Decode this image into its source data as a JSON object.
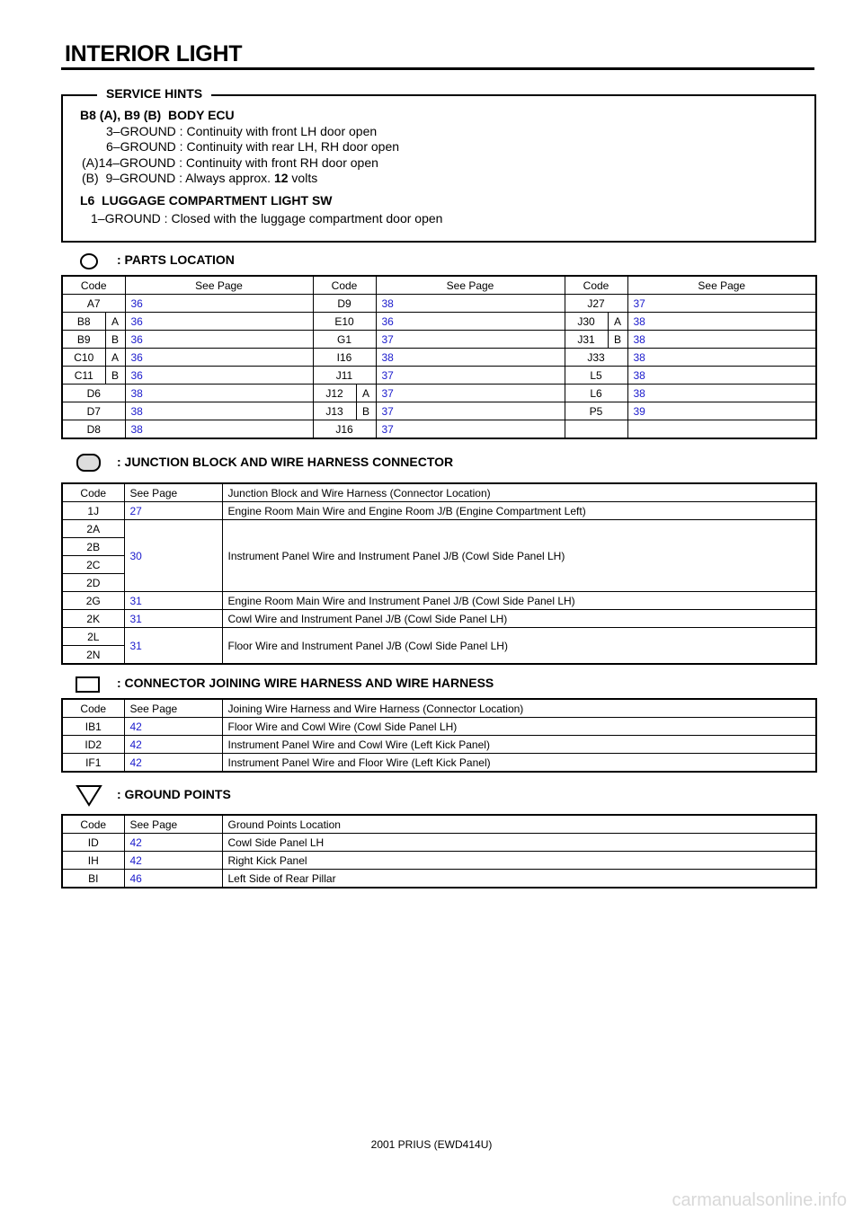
{
  "page": {
    "title": "INTERIOR LIGHT",
    "footer": "2001 PRIUS (EWD414U)",
    "watermark": "carmanualsonline.info"
  },
  "service_hints": {
    "label": "SERVICE HINTS",
    "lines": [
      {
        "bold": true,
        "text": "B8 (A), B9 (B)  BODY ECU"
      },
      {
        "bold": false,
        "text": "3–GROUND : Continuity with front LH door open"
      },
      {
        "bold": false,
        "text": "6–GROUND : Continuity with rear LH, RH door open"
      },
      {
        "bold": false,
        "text": "(A)14–GROUND : Continuity with front RH door open"
      },
      {
        "bold": false,
        "text": "(B)  9–GROUND : Always approx. ",
        "bold_part": "12",
        "suffix": " volts"
      },
      {
        "bold": true,
        "text": "L6  LUGGAGE COMPARTMENT LIGHT SW"
      },
      {
        "bold": false,
        "text": "1–GROUND : Closed with the luggage compartment door open"
      }
    ]
  },
  "parts_location": {
    "title": ": PARTS LOCATION",
    "icon": "circle-icon",
    "headers": [
      "Code",
      "See Page",
      "Code",
      "See Page",
      "Code",
      "See Page"
    ],
    "rows": [
      [
        [
          "A7",
          ""
        ],
        "36",
        [
          "D9",
          ""
        ],
        "38",
        [
          "J27",
          ""
        ],
        "37"
      ],
      [
        [
          "B8",
          "A"
        ],
        "36",
        [
          "E10",
          ""
        ],
        "36",
        [
          "J30",
          "A"
        ],
        "38"
      ],
      [
        [
          "B9",
          "B"
        ],
        "36",
        [
          "G1",
          ""
        ],
        "37",
        [
          "J31",
          "B"
        ],
        "38"
      ],
      [
        [
          "C10",
          "A"
        ],
        "36",
        [
          "I16",
          ""
        ],
        "38",
        [
          "J33",
          ""
        ],
        "38"
      ],
      [
        [
          "C11",
          "B"
        ],
        "36",
        [
          "J11",
          ""
        ],
        "37",
        [
          "L5",
          ""
        ],
        "38"
      ],
      [
        [
          "D6",
          ""
        ],
        "38",
        [
          "J12",
          "A"
        ],
        "37",
        [
          "L6",
          ""
        ],
        "38"
      ],
      [
        [
          "D7",
          ""
        ],
        "38",
        [
          "J13",
          "B"
        ],
        "37",
        [
          "P5",
          ""
        ],
        "39"
      ],
      [
        [
          "D8",
          ""
        ],
        "38",
        [
          "J16",
          ""
        ],
        "37",
        [
          "",
          ""
        ],
        ""
      ]
    ]
  },
  "junction_block": {
    "title": ": JUNCTION BLOCK AND WIRE HARNESS CONNECTOR",
    "icon": "rounded-rectangle-icon",
    "headers": [
      "Code",
      "See Page",
      "Junction Block and Wire Harness (Connector Location)"
    ],
    "rows": [
      {
        "codes": [
          "1J"
        ],
        "page": "27",
        "desc": "Engine Room Main Wire and Engine Room J/B (Engine Compartment Left)"
      },
      {
        "codes": [
          "2A",
          "2B",
          "2C",
          "2D"
        ],
        "page": "30",
        "desc": "Instrument Panel Wire and Instrument Panel J/B (Cowl Side Panel LH)"
      },
      {
        "codes": [
          "2G"
        ],
        "page": "31",
        "desc": "Engine Room Main Wire and Instrument Panel J/B (Cowl Side Panel LH)"
      },
      {
        "codes": [
          "2K"
        ],
        "page": "31",
        "desc": "Cowl Wire and Instrument Panel J/B (Cowl Side Panel LH)"
      },
      {
        "codes": [
          "2L",
          "2N"
        ],
        "page": "31",
        "desc": "Floor Wire and Instrument Panel J/B (Cowl Side Panel LH)"
      }
    ]
  },
  "connector_joining": {
    "title": ": CONNECTOR JOINING WIRE HARNESS AND WIRE HARNESS",
    "icon": "rectangle-icon",
    "headers": [
      "Code",
      "See Page",
      "Joining Wire Harness and Wire Harness (Connector Location)"
    ],
    "rows": [
      [
        "IB1",
        "42",
        "Floor Wire and Cowl Wire (Cowl Side Panel LH)"
      ],
      [
        "ID2",
        "42",
        "Instrument Panel Wire and Cowl Wire (Left Kick Panel)"
      ],
      [
        "IF1",
        "42",
        "Instrument Panel Wire and Floor Wire (Left Kick Panel)"
      ]
    ]
  },
  "ground_points": {
    "title": ": GROUND POINTS",
    "icon": "inverted-triangle-icon",
    "headers": [
      "Code",
      "See Page",
      "Ground Points Location"
    ],
    "rows": [
      [
        "ID",
        "42",
        "Cowl Side Panel LH"
      ],
      [
        "IH",
        "42",
        "Right Kick Panel"
      ],
      [
        "BI",
        "46",
        "Left Side of Rear Pillar"
      ]
    ]
  },
  "colors": {
    "link_blue": "#1a1acc",
    "rule": "#000000"
  }
}
